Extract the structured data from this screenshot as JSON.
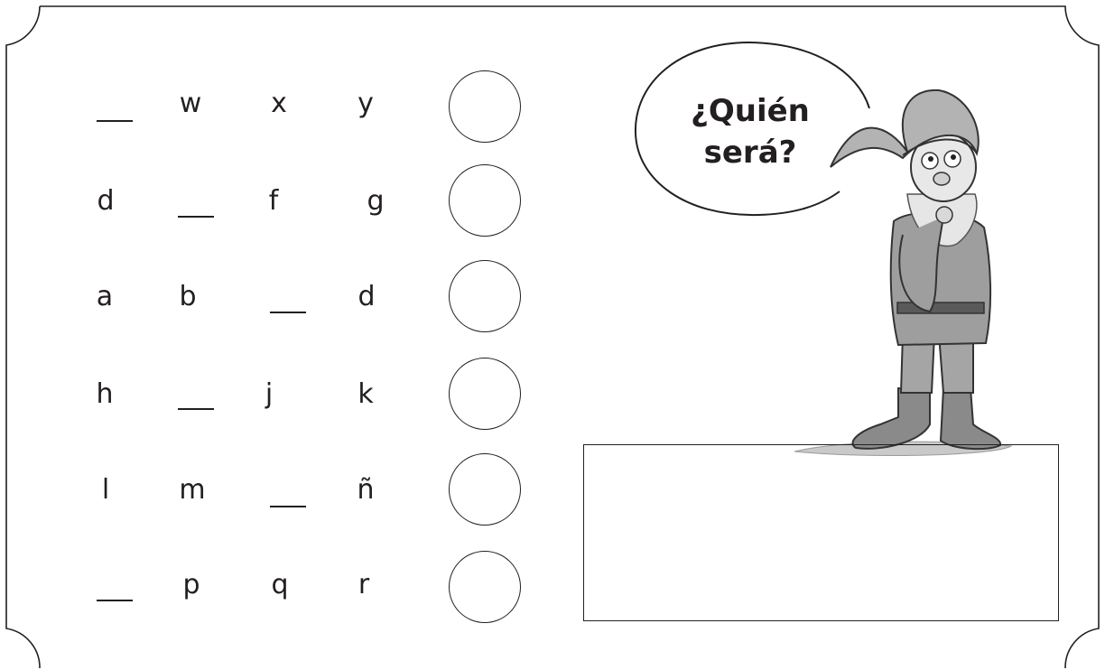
{
  "sequences": [
    {
      "letters": [
        "",
        "w",
        "x",
        "y"
      ],
      "blank_index": 0
    },
    {
      "letters": [
        "d",
        "",
        "f",
        "g"
      ],
      "blank_index": 1
    },
    {
      "letters": [
        "a",
        "b",
        "",
        "d"
      ],
      "blank_index": 2
    },
    {
      "letters": [
        "h",
        "",
        "j",
        "k"
      ],
      "blank_index": 1
    },
    {
      "letters": [
        "l",
        "m",
        "",
        "ñ"
      ],
      "blank_index": 2
    },
    {
      "letters": [
        "",
        "p",
        "q",
        "r"
      ],
      "blank_index": 0
    }
  ],
  "speech_bubble": {
    "line1": "¿Quién",
    "line2": "será?"
  },
  "answer_box": {
    "value": ""
  },
  "illustration": {
    "icon": "gnome-thinking-illustration"
  },
  "colors": {
    "ink": "#231f20",
    "background": "#ffffff"
  }
}
